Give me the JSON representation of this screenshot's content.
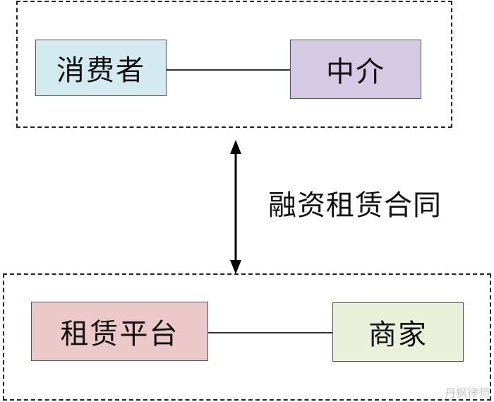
{
  "top_group": {
    "left_node": "消费者",
    "right_node": "中介"
  },
  "bottom_group": {
    "left_node": "租赁平台",
    "right_node": "商家"
  },
  "relation": {
    "label": "融资租赁合同"
  },
  "watermark": "丹枫律师",
  "colors": {
    "consumer_fill": "#d3eaf1",
    "agent_fill": "#d4cae3",
    "platform_fill": "#ebc9c9",
    "merchant_fill": "#ebf0db",
    "dashed_border": "#222222",
    "arrow": "#000000"
  },
  "icons": {
    "relation_arrow": "double-headed-vertical-arrow"
  }
}
